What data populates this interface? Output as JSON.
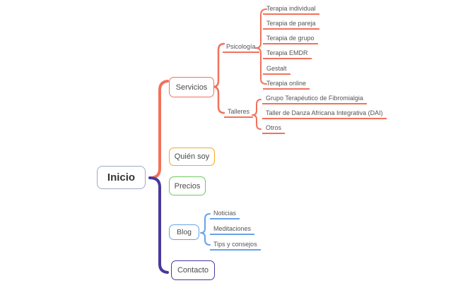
{
  "mindmap": {
    "root": {
      "label": "Inicio",
      "border_color": "#9dabc4"
    },
    "branches": [
      {
        "label": "Servicios",
        "color": "#f2715c",
        "children": [
          {
            "label": "Psicología",
            "items": [
              "Terapia individual",
              "Terapia de pareja",
              "Terapia de grupo",
              "Terapia EMDR",
              "Gestalt",
              "Terapia online"
            ]
          },
          {
            "label": "Talleres",
            "items": [
              "Grupo Terapéutico de Fibromialgia",
              "Taller de Danza Africana Integrativa (DAI)",
              "Otros"
            ]
          }
        ]
      },
      {
        "label": "Quién soy",
        "color": "#f5a91e"
      },
      {
        "label": "Precios",
        "color": "#6cc95c"
      },
      {
        "label": "Blog",
        "color": "#66a3e8",
        "items": [
          "Noticias",
          "Meditaciones",
          "Tips y consejos"
        ]
      },
      {
        "label": "Contacto",
        "color": "#473a9c"
      }
    ],
    "background_color": "#ffffff",
    "text_color": "#4a4a4a"
  }
}
